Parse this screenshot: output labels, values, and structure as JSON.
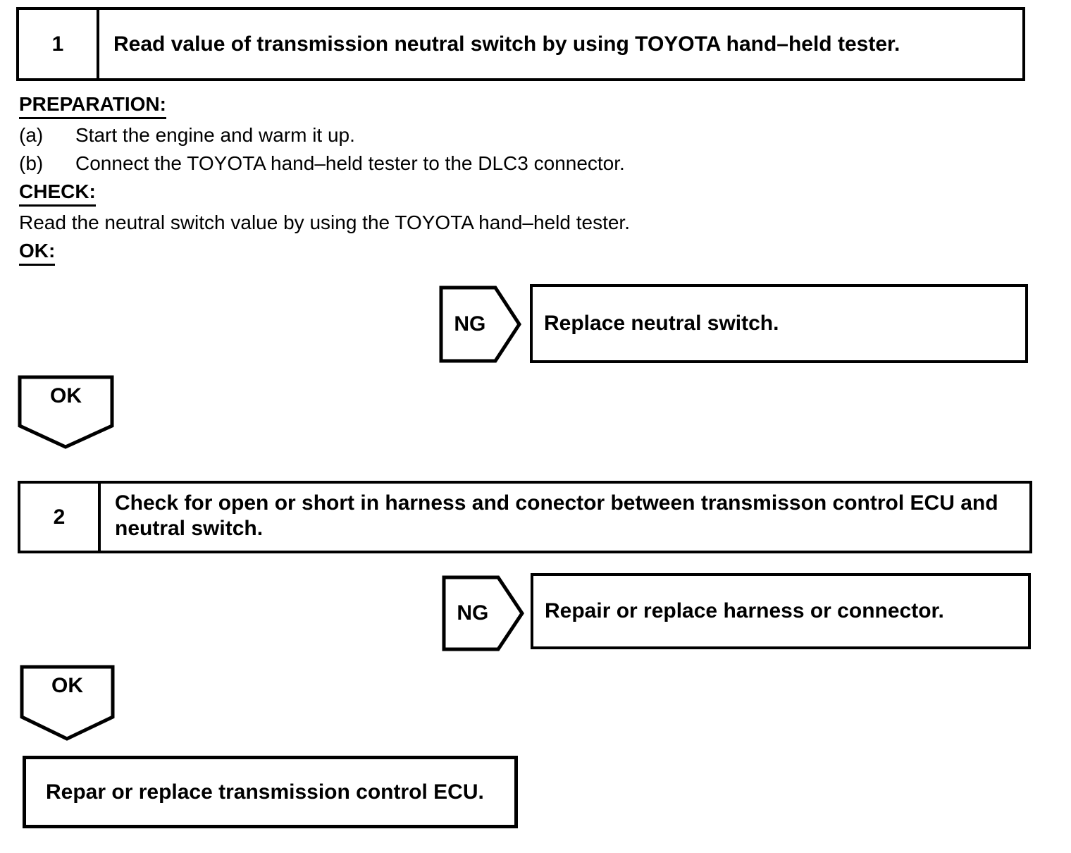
{
  "step1": {
    "number": "1",
    "title": "Read value of transmission neutral switch by using TOYOTA hand–held tester."
  },
  "preparation": {
    "heading": "PREPARATION:",
    "items": [
      {
        "marker": "(a)",
        "text": "Start the engine and warm it up."
      },
      {
        "marker": "(b)",
        "text": "Connect the TOYOTA hand–held tester to the DLC3 connector."
      }
    ]
  },
  "check": {
    "heading": "CHECK:",
    "text": "Read the neutral switch value by using the TOYOTA hand–held tester."
  },
  "ok_heading": "OK:",
  "ng1": {
    "label": "NG",
    "result": "Replace neutral switch."
  },
  "ok1": {
    "label": "OK"
  },
  "step2": {
    "number": "2",
    "title": "Check for open or short in harness and conector between transmisson control ECU and neutral switch."
  },
  "ng2": {
    "label": "NG",
    "result": "Repair or replace harness or connector."
  },
  "ok2": {
    "label": "OK"
  },
  "final": {
    "text": "Repar or replace transmission control ECU."
  }
}
